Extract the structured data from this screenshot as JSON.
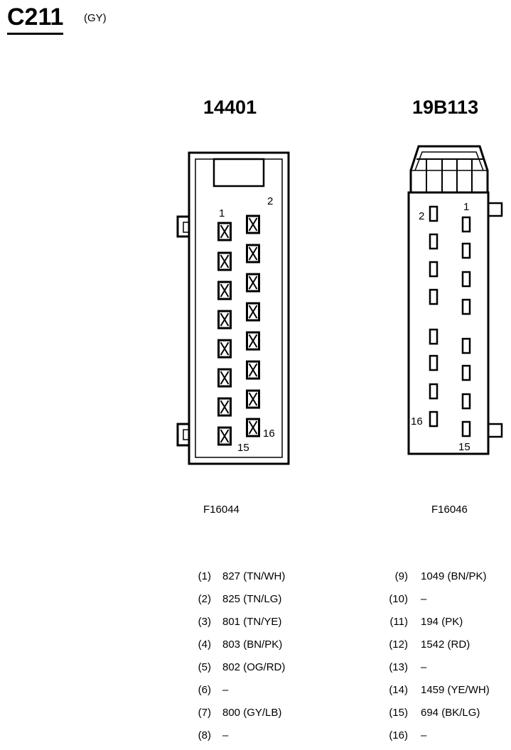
{
  "header": {
    "connector_id": "C211",
    "color_code": "(GY)"
  },
  "connectors": [
    {
      "part_number": "14401",
      "figure_id": "F16044"
    },
    {
      "part_number": "19B113",
      "figure_id": "F16046"
    }
  ],
  "connector1_pin_labels": {
    "top_left": "1",
    "top_right": "2",
    "bottom_left": "15",
    "bottom_right": "16"
  },
  "connector2_pin_labels": {
    "top_left": "2",
    "top_right": "1",
    "bottom_left": "16",
    "bottom_right": "15"
  },
  "pinout_left": [
    {
      "pin": "(1)",
      "circuit": "827 (TN/WH)"
    },
    {
      "pin": "(2)",
      "circuit": "825 (TN/LG)"
    },
    {
      "pin": "(3)",
      "circuit": "801 (TN/YE)"
    },
    {
      "pin": "(4)",
      "circuit": "803 (BN/PK)"
    },
    {
      "pin": "(5)",
      "circuit": "802 (OG/RD)"
    },
    {
      "pin": "(6)",
      "circuit": "–"
    },
    {
      "pin": "(7)",
      "circuit": "800 (GY/LB)"
    },
    {
      "pin": "(8)",
      "circuit": "–"
    }
  ],
  "pinout_right": [
    {
      "pin": "(9)",
      "circuit": "1049 (BN/PK)"
    },
    {
      "pin": "(10)",
      "circuit": "–"
    },
    {
      "pin": "(11)",
      "circuit": "194 (PK)"
    },
    {
      "pin": "(12)",
      "circuit": "1542 (RD)"
    },
    {
      "pin": "(13)",
      "circuit": "–"
    },
    {
      "pin": "(14)",
      "circuit": "1459 (YE/WH)"
    },
    {
      "pin": "(15)",
      "circuit": "694 (BK/LG)"
    },
    {
      "pin": "(16)",
      "circuit": "–"
    }
  ]
}
